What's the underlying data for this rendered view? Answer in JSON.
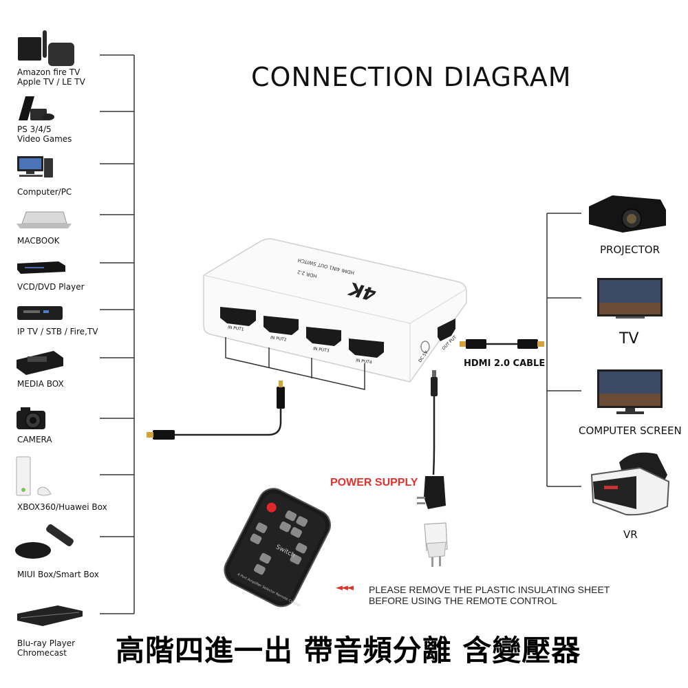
{
  "title": "CONNECTION DIAGRAM",
  "sources": [
    {
      "label_line1": "Amazon fire TV",
      "label_line2": "Apple TV / LE TV",
      "icon": "tv-box-icon"
    },
    {
      "label_line1": "PS 3/4/5",
      "label_line2": "Video Games",
      "icon": "game-console-icon"
    },
    {
      "label_line1": "Computer/PC",
      "label_line2": "",
      "icon": "desktop-computer-icon"
    },
    {
      "label_line1": "MACBOOK",
      "label_line2": "",
      "icon": "laptop-icon"
    },
    {
      "label_line1": "VCD/DVD Player",
      "label_line2": "",
      "icon": "dvd-player-icon"
    },
    {
      "label_line1": "IP TV / STB / Fire,TV",
      "label_line2": "",
      "icon": "set-top-box-icon"
    },
    {
      "label_line1": "MEDIA BOX",
      "label_line2": "",
      "icon": "media-box-icon"
    },
    {
      "label_line1": "CAMERA",
      "label_line2": "",
      "icon": "camera-icon"
    },
    {
      "label_line1": "XBOX360/Huawei Box",
      "label_line2": "",
      "icon": "xbox-icon"
    },
    {
      "label_line1": "MIUI Box/Smart Box",
      "label_line2": "",
      "icon": "smart-box-icon"
    },
    {
      "label_line1": "Blu-ray Player",
      "label_line2": "Chromecast",
      "icon": "bluray-player-icon"
    }
  ],
  "outputs": [
    {
      "label": "PROJECTOR",
      "icon": "projector-icon"
    },
    {
      "label": "TV",
      "icon": "tv-icon"
    },
    {
      "label": "COMPUTER SCREEN",
      "icon": "monitor-icon"
    },
    {
      "label": "VR",
      "icon": "vr-headset-icon"
    }
  ],
  "switch": {
    "badge": "4K",
    "subtitle1": "HDMI 4IN1 OUT SWITCH",
    "subtitle2": "HDR 2.2",
    "ports": [
      "IN PUT1",
      "IN PUT2",
      "IN PUT3",
      "IN PUT4"
    ],
    "out_port": "OUT PUT",
    "dc_port": "DC 5V"
  },
  "cable_label": "HDMI 2.0 CABLE",
  "power_label": "POWER SUPPLY",
  "remote": {
    "switch_text": "Switch",
    "caption": "4 Port Amplifier Selector Remote Control"
  },
  "notice_arrows": "◄◄◄",
  "notice_line1": "PLEASE REMOVE THE PLASTIC INSULATING SHEET",
  "notice_line2": "BEFORE USING THE REMOTE CONTROL",
  "bottom_text": "高階四進一出 帶音頻分離 含變壓器"
}
